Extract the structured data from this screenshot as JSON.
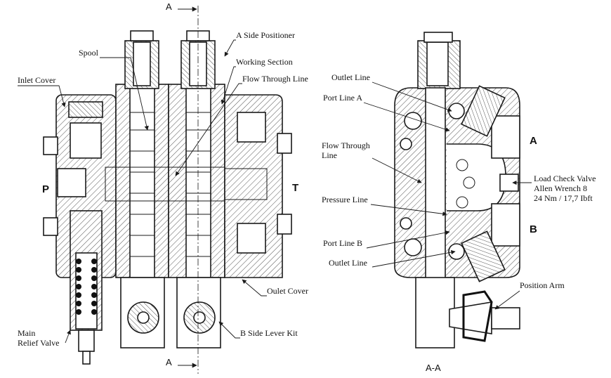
{
  "section": {
    "marker": "A",
    "view_label": "A-A"
  },
  "ports": {
    "p": "P",
    "t": "T",
    "a": "A",
    "b": "B"
  },
  "labels": {
    "a_side_positioner": "A Side Positioner",
    "spool": "Spool",
    "working_section": "Working Section",
    "inlet_cover": "Inlet Cover",
    "flow_through_line": "Flow Through Line",
    "oulet_cover": "Oulet Cover",
    "main_relief_valve_1": "Main",
    "main_relief_valve_2": "Relief Valve",
    "b_side_lever_kit": "B Side Lever Kit",
    "outlet_line_top": "Outlet Line",
    "port_line_a": "Port Line A",
    "flow_through_1": "Flow Through",
    "flow_through_2": "Line",
    "pressure_line": "Pressure Line",
    "port_line_b": "Port Line B",
    "outlet_line_bottom": "Outlet Line",
    "load_check_1": "Load Check Valve",
    "load_check_2": "Allen Wrench 8",
    "load_check_3": "24 Nm / 17,7 Ibft",
    "position_arm": "Position Arm"
  },
  "colors": {
    "ink": "#1a1a1a",
    "hatch": "#555555",
    "background": "#ffffff"
  }
}
